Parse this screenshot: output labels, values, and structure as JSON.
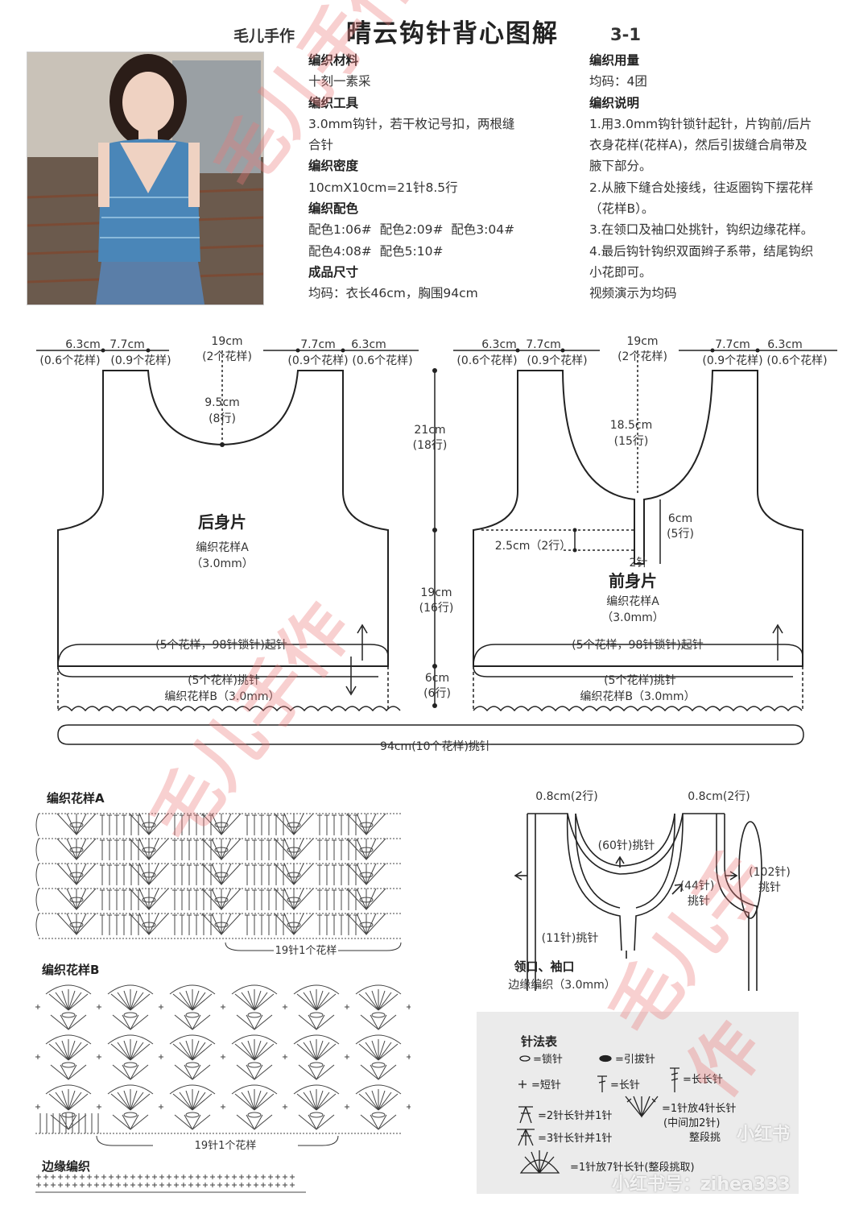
{
  "header": {
    "brand": "毛儿手作",
    "title": "晴云钩针背心图解",
    "page": "3-1"
  },
  "info_left": [
    {
      "heading": "编织材料",
      "lines": [
        "十刻一素采"
      ]
    },
    {
      "heading": "编织工具",
      "lines": [
        "3.0mm钩针，若干枚记号扣，两根缝",
        "合针"
      ]
    },
    {
      "heading": "编织密度",
      "lines": [
        "10cmX10cm=21针8.5行"
      ]
    },
    {
      "heading": "编织配色",
      "lines": [
        "配色1:06#  配色2:09#  配色3:04#",
        "配色4:08#  配色5:10#"
      ]
    },
    {
      "heading": "成品尺寸",
      "lines": [
        "均码：衣长46cm，胸围94cm"
      ]
    }
  ],
  "info_right": [
    {
      "heading": "编织用量",
      "lines": [
        "均码：4团"
      ]
    },
    {
      "heading": "编织说明",
      "lines": [
        "1.用3.0mm钩针锁针起针，片钩前/后片",
        "衣身花样(花样A)，然后引拔缝合肩带及",
        "腋下部分。",
        "2.从腋下缝合处接线，往返圈钩下摆花样",
        "（花样B）。",
        "3.在领口及袖口处挑针，钩织边缘花样。",
        "4.最后钩针钩织双面辫子系带，结尾钩织",
        "小花即可。",
        "视频演示为均码"
      ]
    }
  ],
  "back": {
    "shoulder_l_cm": "6.3cm",
    "shoulder_l_pat": "(0.6个花样)",
    "strap_l_cm": "7.7cm",
    "strap_l_pat": "(0.9个花样)",
    "neck_cm": "19cm",
    "neck_pat": "(2个花样)",
    "strap_r_cm": "7.7cm",
    "strap_r_pat": "(0.9个花样)",
    "shoulder_r_cm": "6.3cm",
    "shoulder_r_pat": "(0.6个花样)",
    "neck_depth": "9.5cm",
    "neck_depth_rows": "(8行)",
    "name": "后身片",
    "pattern": "编织花样A",
    "hook": "（3.0mm）",
    "start": "(5个花样，98针锁针)起针",
    "pickup": "(5个花样)挑针",
    "hem": "编织花样B（3.0mm）"
  },
  "middle": {
    "armhole_cm": "21cm",
    "armhole_rows": "(18行)",
    "body_cm": "19cm",
    "body_rows": "(16行)",
    "hem_cm": "6cm",
    "hem_rows": "(6行)"
  },
  "front": {
    "shoulder_l_cm": "6.3cm",
    "shoulder_l_pat": "(0.6个花样)",
    "strap_l_cm": "7.7cm",
    "strap_l_pat": "(0.9个花样)",
    "neck_cm": "19cm",
    "neck_pat": "(2个花样)",
    "strap_r_cm": "7.7cm",
    "strap_r_pat": "(0.9个花样)",
    "shoulder_r_cm": "6.3cm",
    "shoulder_r_pat": "(0.6个花样)",
    "neck_depth": "18.5cm",
    "neck_depth_rows": "(15行)",
    "slit_cm": "6cm",
    "slit_rows": "(5行)",
    "slit_offset": "2.5cm（2行）",
    "slit_width": "2针",
    "name": "前身片",
    "pattern": "编织花样A",
    "hook": "（3.0mm）",
    "start": "(5个花样，98针锁针)起针",
    "pickup": "(5个花样)挑针",
    "hem": "编织花样B（3.0mm）"
  },
  "chest": "94cm(10个花样)挑针",
  "pattern_a": {
    "title": "编织花样A",
    "repeat": "19针1个花样"
  },
  "pattern_b": {
    "title": "编织花样B",
    "repeat": "19针1个花样"
  },
  "edge": {
    "title": "边缘编织"
  },
  "collar": {
    "left_w": "0.8cm(2行)",
    "right_w": "0.8cm(2行)",
    "neck_pick": "(60针)挑针",
    "side_pick_1": "(44针)",
    "side_pick_2": "挑针",
    "arm_pick_1": "(102针)",
    "arm_pick_2": "挑针",
    "slit_pick": "(11针)挑针",
    "title": "领口、袖口",
    "sub": "边缘编织（3.0mm）"
  },
  "legend": {
    "title": "针法表",
    "items": [
      "=锁针",
      "=引拔针",
      "=短针",
      "=长针",
      "=长长针",
      "=2针长针并1针",
      "=1针放4针长针",
      "(中间加2针)",
      "整段挑",
      "=3针长针并1针",
      "=1针放7针长针(整段挑取)"
    ]
  },
  "watermark": {
    "text": "毛儿手作",
    "platform": "小红书",
    "id": "小红书号：zihea333"
  }
}
